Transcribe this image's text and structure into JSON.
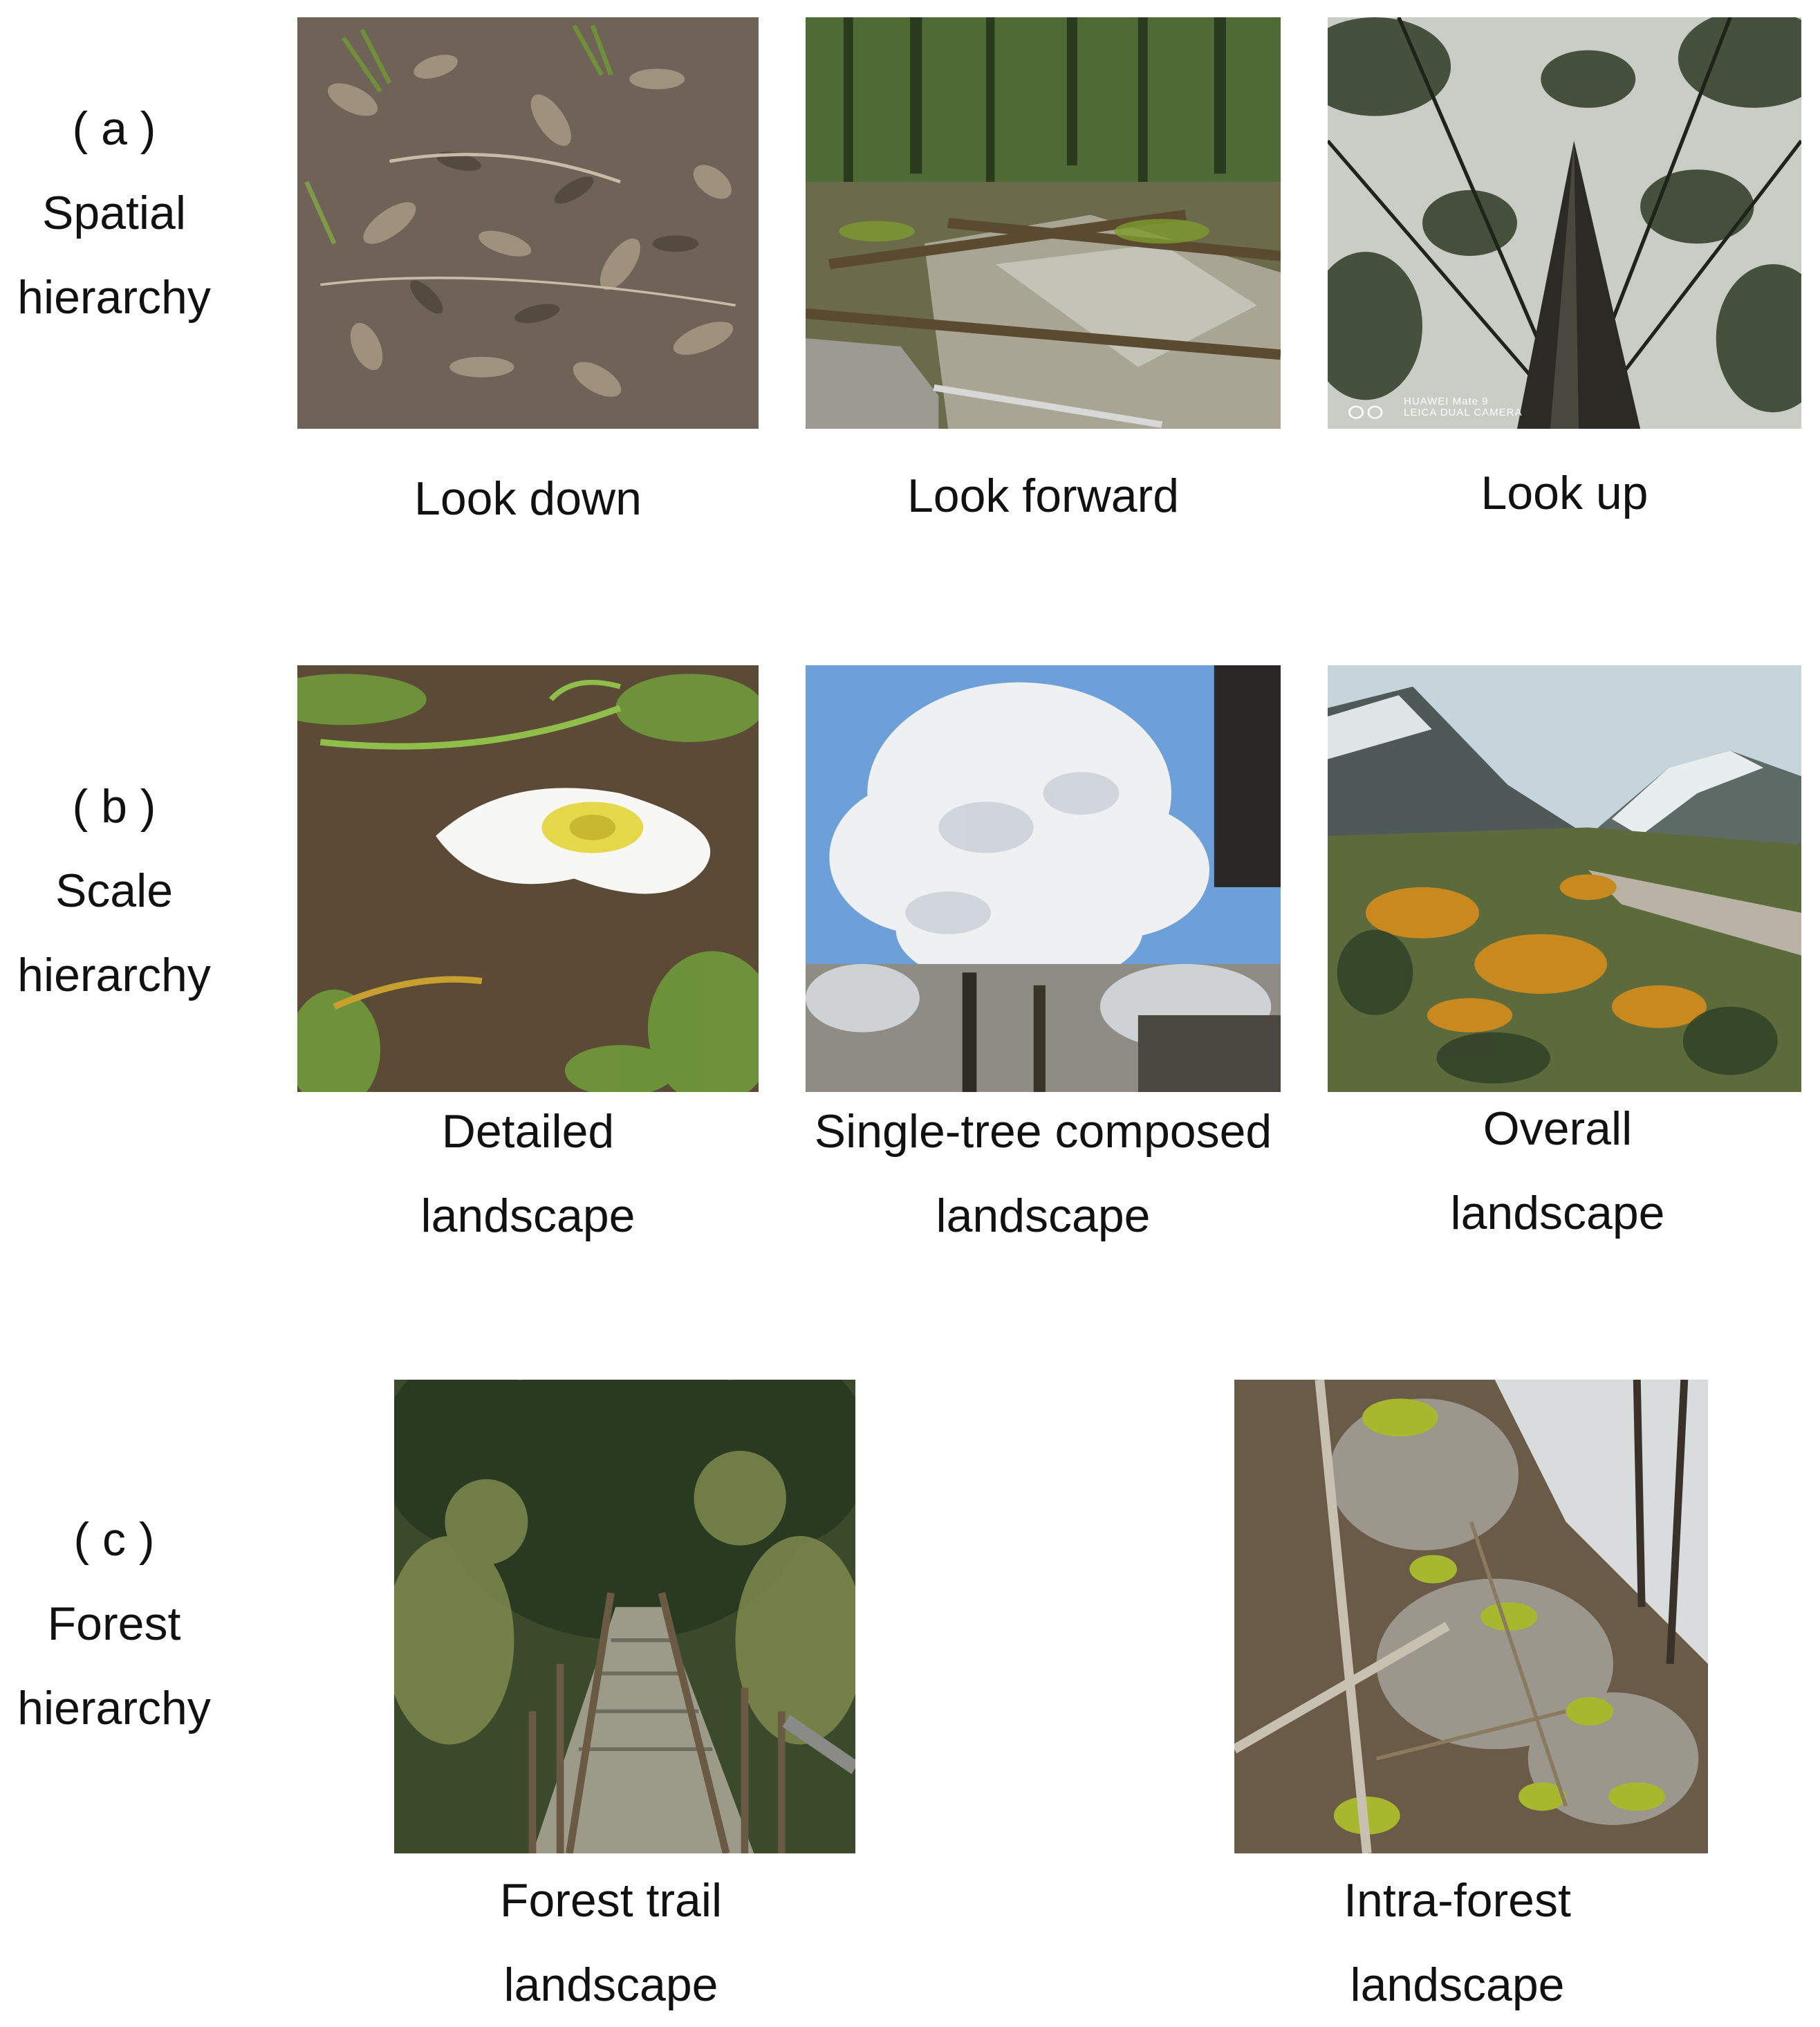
{
  "rows": [
    {
      "letter": "( a )",
      "title_line1": "Spatial",
      "title_line2": "hierarchy",
      "photos": [
        {
          "caption_line1": "Look down",
          "subject": "forest floor with dry leaf litter"
        },
        {
          "caption_line1": "Look forward",
          "subject": "forest stream with fallen logs"
        },
        {
          "caption_line1": "Look up",
          "subject": "tree canopy viewed from below",
          "watermark_line1": "HUAWEI Mate 9",
          "watermark_line2": "LEICA DUAL CAMERA"
        }
      ]
    },
    {
      "letter": "( b )",
      "title_line1": "Scale",
      "title_line2": "hierarchy",
      "photos": [
        {
          "caption_line1": "Detailed",
          "caption_line2": "landscape",
          "subject": "white poppy flower"
        },
        {
          "caption_line1": "Single-tree composed",
          "caption_line2": "landscape",
          "subject": "frost-covered tree"
        },
        {
          "caption_line1": "Overall",
          "caption_line2": "landscape",
          "subject": "mountain valley with autumn forest"
        }
      ]
    },
    {
      "letter": "( c )",
      "title_line1": "Forest",
      "title_line2": "hierarchy",
      "photos": [
        {
          "caption_line1": "Forest trail",
          "caption_line2": "landscape",
          "subject": "wooden stair trail through forest"
        },
        {
          "caption_line1": "Intra-forest",
          "caption_line2": "landscape",
          "subject": "mossy rocks and branches inside forest"
        }
      ]
    }
  ]
}
